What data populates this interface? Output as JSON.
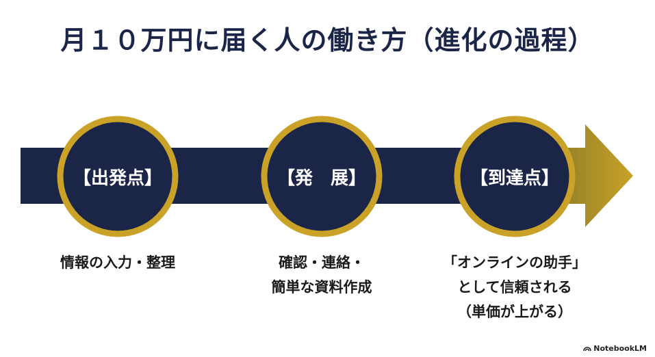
{
  "title": "月１０万円に届く人の働き方（進化の過程）",
  "colors": {
    "navy": "#1b2548",
    "gold": "#c9a227",
    "white": "#ffffff"
  },
  "stages": [
    {
      "label": "【出発点】",
      "description": [
        "情報の入力・整理"
      ]
    },
    {
      "label": "【発　展】",
      "description": [
        "確認・連絡・",
        "簡単な資料作成"
      ]
    },
    {
      "label": "【到達点】",
      "description": [
        "「オンラインの助手」",
        "として信頼される",
        "（単価が上がる）"
      ]
    }
  ],
  "watermark": "NotebookLM",
  "watermark_icon": "notebooklm-logo-icon"
}
